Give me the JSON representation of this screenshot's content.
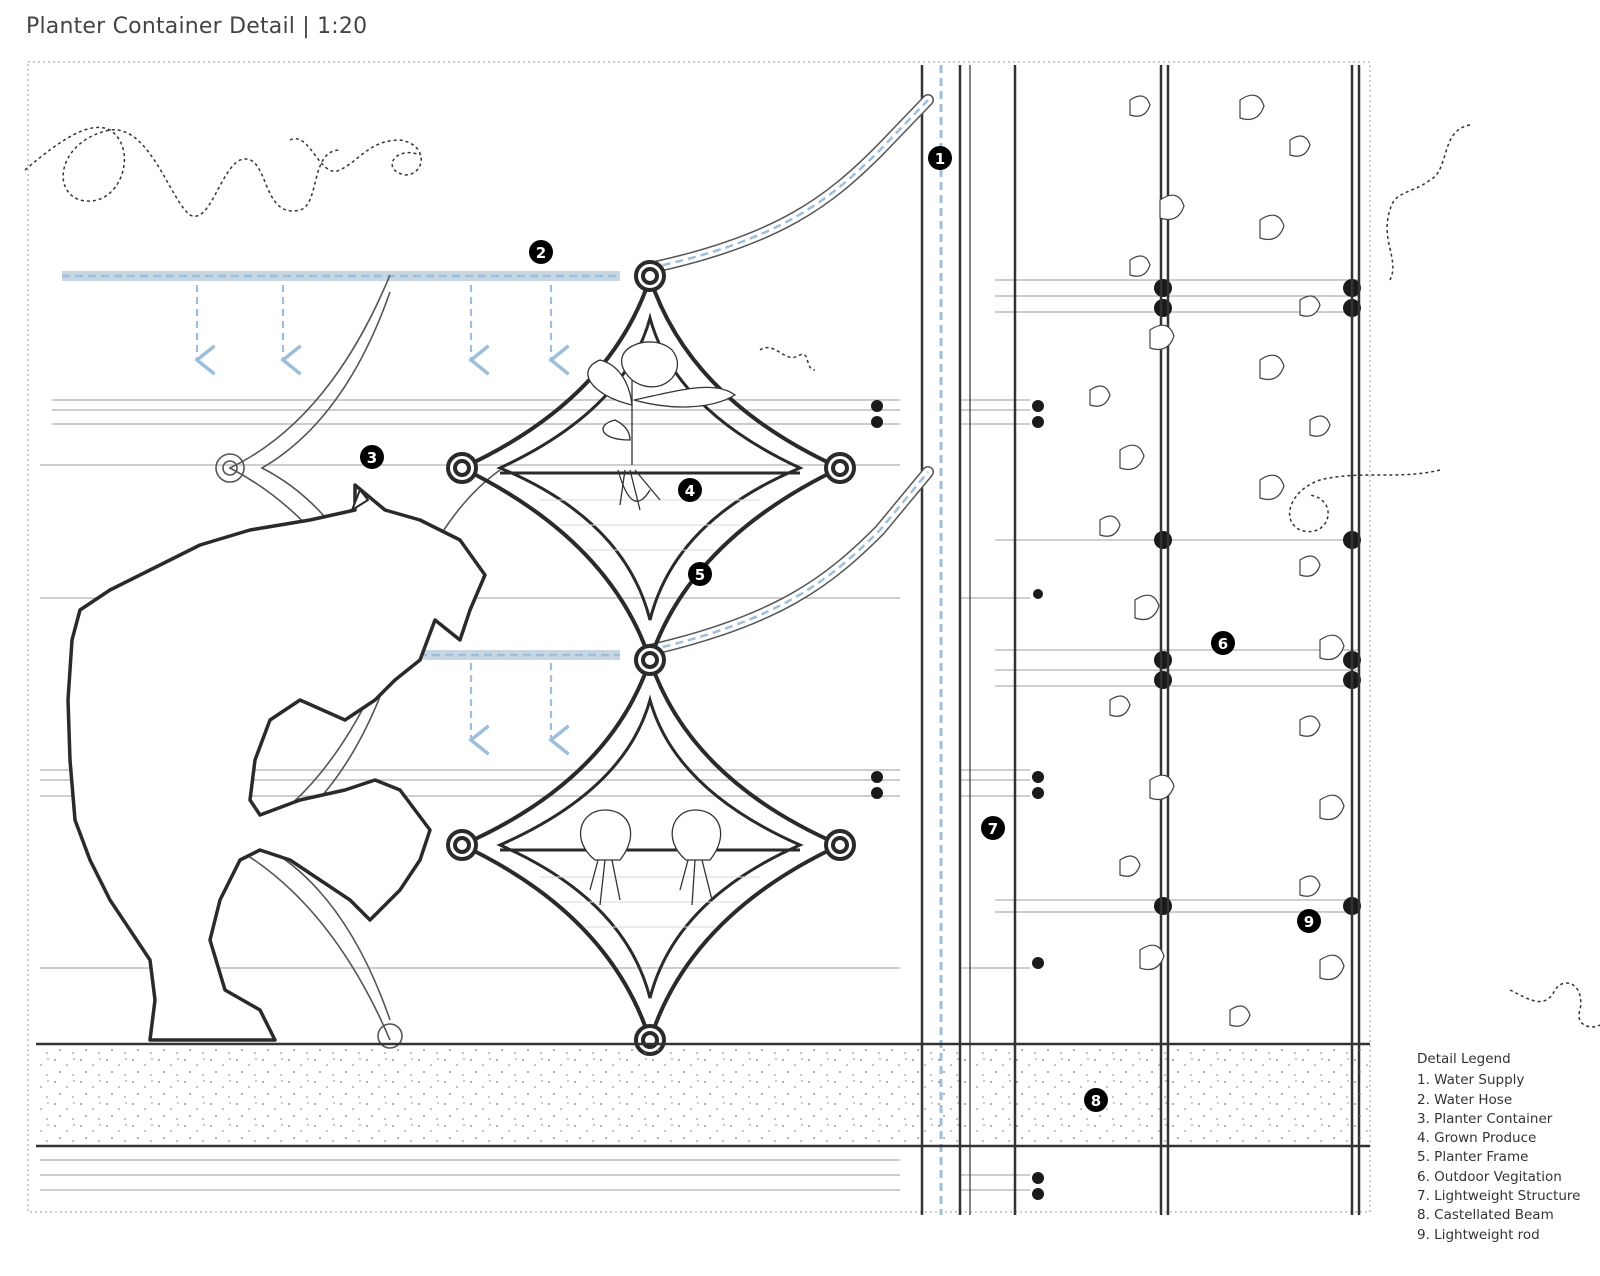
{
  "title": "Planter Container Detail | 1:20",
  "legend": {
    "heading": "Detail Legend",
    "items": [
      "1. Water Supply",
      "2. Water Hose",
      "3. Planter Container",
      "4. Grown Produce",
      "5. Planter Frame",
      "6. Outdoor Vegitation",
      "7. Lightweight Structure",
      "8. Castellated Beam",
      "9. Lightweight rod"
    ]
  },
  "markers": [
    "1",
    "2",
    "3",
    "4",
    "5",
    "6",
    "7",
    "8",
    "9"
  ],
  "colors": {
    "line": "#333333",
    "thin_line": "#9a9a9a",
    "water": "#9dbfdc",
    "marker": "#000000",
    "text": "#444444"
  }
}
